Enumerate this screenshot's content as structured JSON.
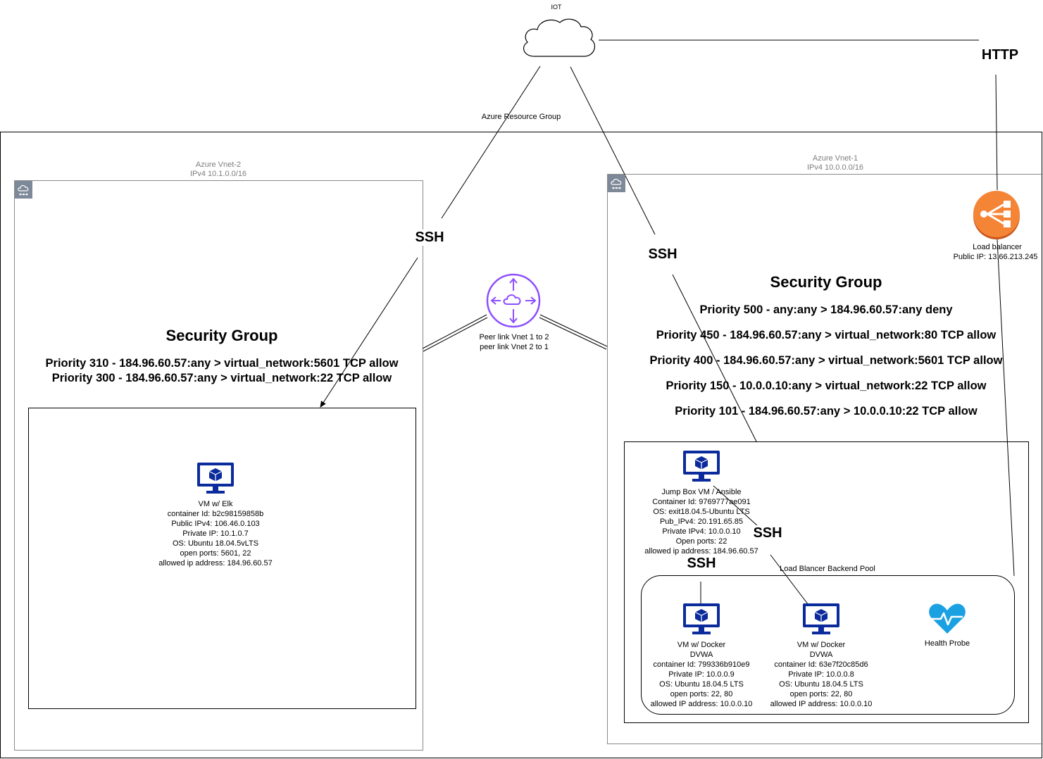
{
  "iot": {
    "label": "IOT"
  },
  "http_label": "HTTP",
  "resource_group": {
    "label": "Azure Resource Group"
  },
  "vnet2": {
    "name": "Azure Vnet-2",
    "cidr": "IPv4 10.1.0.0/16",
    "security_group": {
      "title": "Security Group",
      "rules": [
        "Priority 310 - 184.96.60.57:any > virtual_network:5601 TCP allow",
        "Priority 300 - 184.96.60.57:any > virtual_network:22 TCP allow"
      ]
    },
    "vm": {
      "lines": [
        "VM w/ Elk",
        "container Id: b2c98159858b",
        "Public IPv4: 106.46.0.103",
        "Private IP: 10.1.0.7",
        "OS: Ubuntu 18.04.5vLTS",
        "open ports: 5601, 22",
        "allowed ip address: 184.96.60.57"
      ]
    }
  },
  "vnet1": {
    "name": "Azure Vnet-1",
    "cidr": "IPv4 10.0.0.0/16",
    "load_balancer": {
      "label": "Load balancer",
      "ip": "Public IP: 13.66.213.245"
    },
    "security_group": {
      "title": "Security Group",
      "rules": [
        "Priority 500 -  any:any > 184.96.60.57:any deny",
        "Priority 450 -  184.96.60.57:any > virtual_network:80 TCP allow",
        "Priority 400 - 184.96.60.57:any > virtual_network:5601 TCP allow",
        "Priority 150 - 10.0.0.10:any > virtual_network:22 TCP allow",
        "Priority 101 - 184.96.60.57:any > 10.0.0.10:22 TCP allow"
      ]
    },
    "jumpbox": {
      "lines": [
        "Jump Box VM / Ansible",
        "Container Id: 9769777ae091",
        "OS: exit18.04.5-Ubuntu LTS",
        "Pub_IPv4: 20.191.65.85",
        "Private IPv4: 10.0.0.10",
        "Open ports: 22",
        "allowed ip address: 184.96.60.57"
      ]
    },
    "backend_pool": {
      "label": "Load Blancer Backend Pool",
      "vm1": {
        "lines": [
          "VM w/ Docker",
          "DVWA",
          "container Id: 799336b910e9",
          "Private IP: 10.0.0.9",
          "OS: Ubuntu 18.04.5 LTS",
          "open ports: 22, 80",
          "allowed IP address: 10.0.0.10"
        ]
      },
      "vm2": {
        "lines": [
          "VM w/ Docker",
          "DVWA",
          "container Id: 63e7f20c85d6",
          "Private IP:  10.0.0.8",
          "OS: Ubuntu 18.04.5 LTS",
          "open ports: 22, 80",
          "allowed IP address: 10.0.0.10"
        ]
      },
      "health_probe": {
        "label": "Health Probe"
      }
    }
  },
  "peer_link": {
    "line1": "Peer link Vnet 1 to 2",
    "line2": "peer link Vnet 2 to 1"
  },
  "ssh_labels": {
    "vnet2_top": "SSH",
    "vnet1_top": "SSH",
    "jump_to_vm2": "SSH",
    "jump_to_vm1": "SSH"
  },
  "colors": {
    "azure_blue": "#0b2a9c",
    "router_purple": "#8c4fff",
    "lb_orange": "#f58536",
    "heart_cyan": "#1ba1e2",
    "group_icon_grey": "#7d8998"
  }
}
